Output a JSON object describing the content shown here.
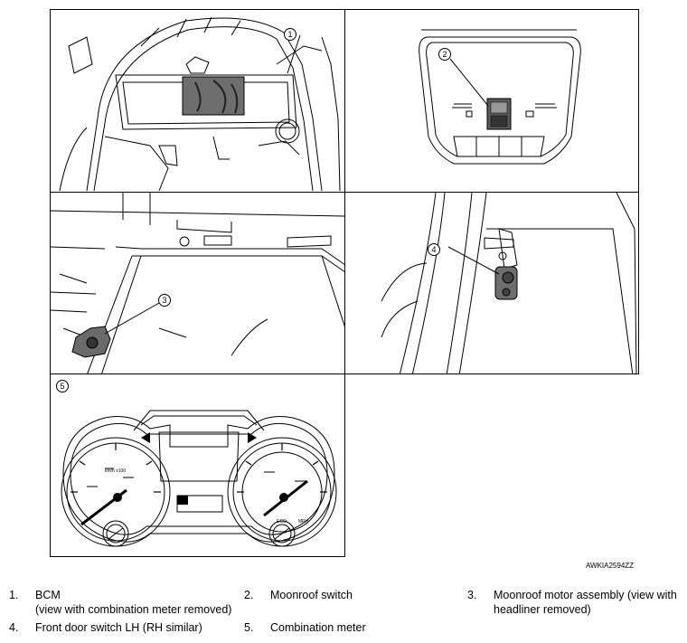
{
  "callouts": [
    "1",
    "2",
    "3",
    "4",
    "5"
  ],
  "figure_id": "AWKIA2594ZZ",
  "gauge_text": {
    "speed_unit": "km/h x100",
    "mph": "MPH",
    "eco": "ECO"
  },
  "legend": [
    {
      "num": "1.",
      "line1": "BCM",
      "line2": "(view with combination meter removed)"
    },
    {
      "num": "2.",
      "line1": "Moonroof switch",
      "line2": ""
    },
    {
      "num": "3.",
      "line1": "Moonroof motor assembly (view with",
      "line2": "headliner removed)"
    },
    {
      "num": "4.",
      "line1": "Front door switch LH (RH similar)",
      "line2": ""
    },
    {
      "num": "5.",
      "line1": "Combination meter",
      "line2": ""
    }
  ]
}
